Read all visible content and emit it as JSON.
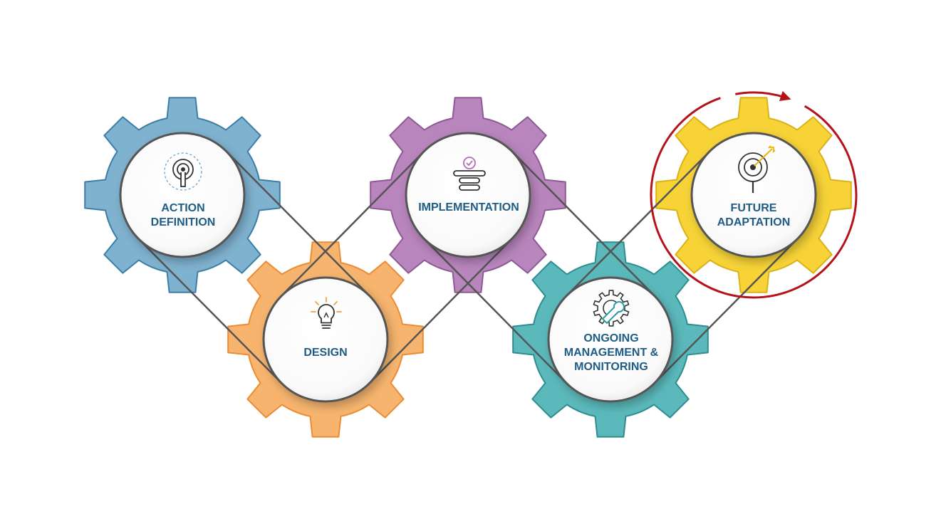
{
  "steps": [
    {
      "label": "ACTION\nDEFINITION",
      "icon": "touch-target-icon",
      "gear_color": "#7fb2cf",
      "gear_stroke": "#3c7ea6"
    },
    {
      "label": "DESIGN",
      "icon": "lightbulb-icon",
      "gear_color": "#f6b46e",
      "gear_stroke": "#ec8c34"
    },
    {
      "label": "IMPLEMENTATION",
      "icon": "checklist-signpost-icon",
      "gear_color": "#b885bd",
      "gear_stroke": "#8d5a94"
    },
    {
      "label": "ONGOING\nMANAGEMENT &\nMONITORING",
      "icon": "gear-wrench-icon",
      "gear_color": "#5bb9bb",
      "gear_stroke": "#2d8d90"
    },
    {
      "label": "FUTURE\nADAPTATION",
      "icon": "target-arrow-icon",
      "gear_color": "#f7d337",
      "gear_stroke": "#d9b21c"
    }
  ],
  "colors": {
    "label_text": "#1f5c86",
    "connector": "#555555",
    "highlight_ring": "#b5121b"
  }
}
